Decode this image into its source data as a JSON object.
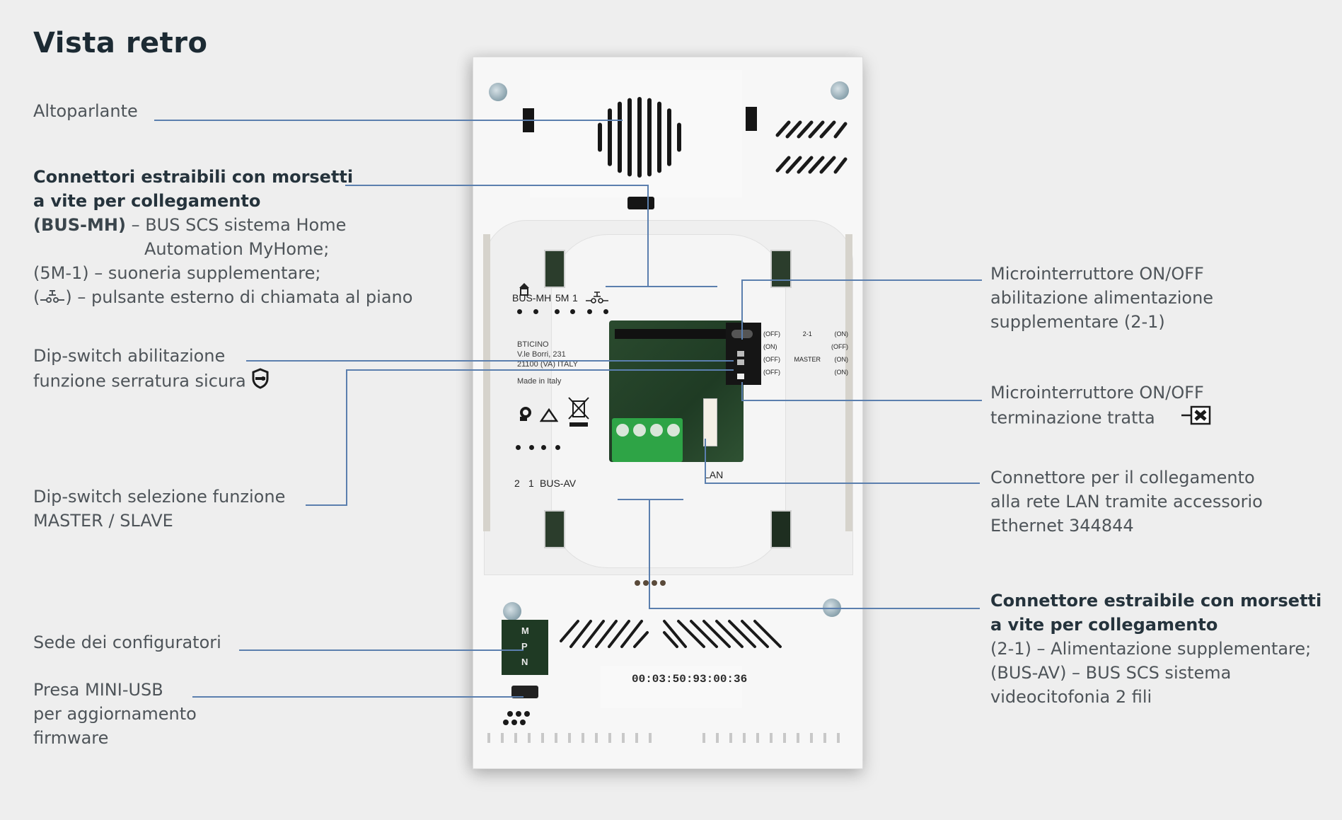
{
  "page": {
    "title": "Vista retro",
    "accent_line_color": "#5b7fae"
  },
  "callouts_left": {
    "speaker": {
      "text": "Altoparlante"
    },
    "connectors": {
      "heading_line1": "Connettori estraibili con morsetti",
      "heading_line2": "a vite per collegamento",
      "bus_mh_term": "(BUS-MH)",
      "bus_mh_desc1": " – BUS SCS sistema Home",
      "bus_mh_desc2": "Automation MyHome;",
      "sm1": "(5M-1) – suoneria supplementare;",
      "button_term_open": "(",
      "button_term_close": ")",
      "button_desc": " – pulsante esterno di chiamata al piano",
      "button_icon": "push-button-symbol-icon"
    },
    "dip_lock": {
      "line1": "Dip-switch abilitazione",
      "line2": "funzione serratura sicura",
      "icon": "secure-lock-shield-icon"
    },
    "dip_master": {
      "line1": "Dip-switch selezione funzione",
      "line2": "MASTER / SLAVE"
    },
    "configurators": {
      "text": "Sede dei configuratori"
    },
    "mini_usb": {
      "line1": "Presa MINI-USB",
      "line2": "per aggiornamento",
      "line3": "firmware"
    }
  },
  "callouts_right": {
    "micro_power": {
      "line1": "Microinterruttore ON/OFF",
      "line2": "abilitazione alimentazione",
      "line3": "supplementare (2-1)"
    },
    "micro_termination": {
      "line1": "Microinterruttore ON/OFF",
      "line2": "terminazione tratta",
      "icon": "line-termination-icon"
    },
    "lan": {
      "line1": "Connettore per il collegamento",
      "line2": "alla rete LAN tramite accessorio",
      "line3": "Ethernet 344844"
    },
    "bus_av": {
      "heading_line1": "Connettore estraibile con morsetti",
      "heading_line2": "a vite per collegamento",
      "desc1": "(2-1) – Alimentazione supplementare;",
      "desc2": "(BUS-AV) – BUS SCS sistema",
      "desc3": "videocitofonia 2 fili"
    }
  },
  "device": {
    "top_terminal_labels": [
      "BUS-MH",
      "5M",
      "1"
    ],
    "bottom_terminal_labels": [
      "2",
      "1",
      "BUS-AV"
    ],
    "lan_label": "LAN",
    "manufacturer": [
      "BTICINO",
      "V.le Borri, 231",
      "21100 (VA) ITALY",
      "Made in Italy"
    ],
    "switch_legend": [
      {
        "left": "(OFF)",
        "center": "2-1",
        "right": "(ON)"
      },
      {
        "left": "(ON)",
        "center": "",
        "right": "(OFF)"
      },
      {
        "left": "(OFF)",
        "center": "MASTER",
        "right": "(ON)"
      },
      {
        "left": "(OFF)",
        "center": "",
        "right": "(ON)"
      }
    ],
    "configurator_letters": [
      "M",
      "P",
      "N"
    ],
    "mac_address": "00:03:50:93:00:36"
  }
}
